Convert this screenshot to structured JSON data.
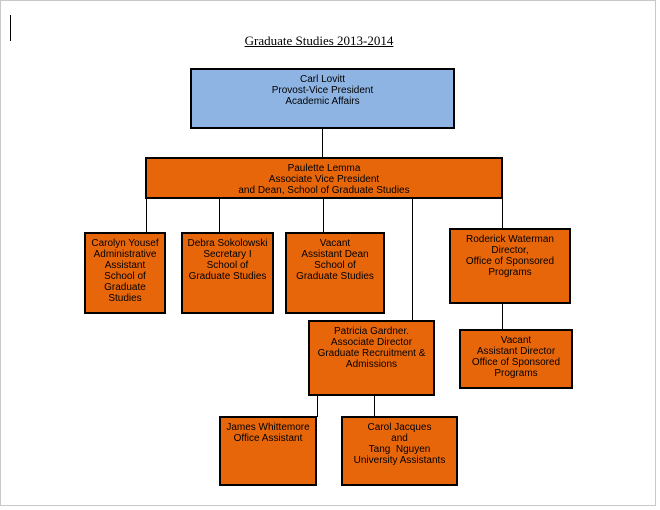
{
  "document": {
    "title": "Graduate Studies 2013-2014"
  },
  "org_chart": {
    "provost": [
      "Carl Lovitt",
      "Provost-Vice President",
      "Academic Affairs"
    ],
    "dean": [
      "Paulette Lemma",
      "Associate Vice President",
      "and Dean, School of Graduate Studies"
    ],
    "yousef": [
      "Carolyn Yousef",
      "Administrative",
      "Assistant",
      "School of",
      "Graduate",
      "Studies"
    ],
    "sokolowski": [
      "Debra Sokolowski",
      "Secretary I",
      "School of",
      "Graduate Studies"
    ],
    "vacant_dean": [
      "Vacant",
      "Assistant Dean",
      "School of",
      "Graduate Studies"
    ],
    "waterman": [
      "Roderick Waterman",
      "Director,",
      "Office of Sponsored",
      "Programs"
    ],
    "gardner": [
      "Patricia Gardner.",
      "Associate Director",
      "Graduate Recruitment &",
      "Admissions"
    ],
    "vacant_director": [
      "Vacant",
      "Assistant Director",
      "Office of Sponsored",
      "Programs"
    ],
    "whittemore": [
      "James Whittemore",
      "Office Assistant"
    ],
    "jacques_nguyen": [
      "Carol Jacques",
      "and",
      "Tang  Nguyen",
      "University Assistants"
    ]
  },
  "colors": {
    "top_box": "#8eb4e3",
    "staff_box": "#e8660a",
    "border": "#000000"
  }
}
